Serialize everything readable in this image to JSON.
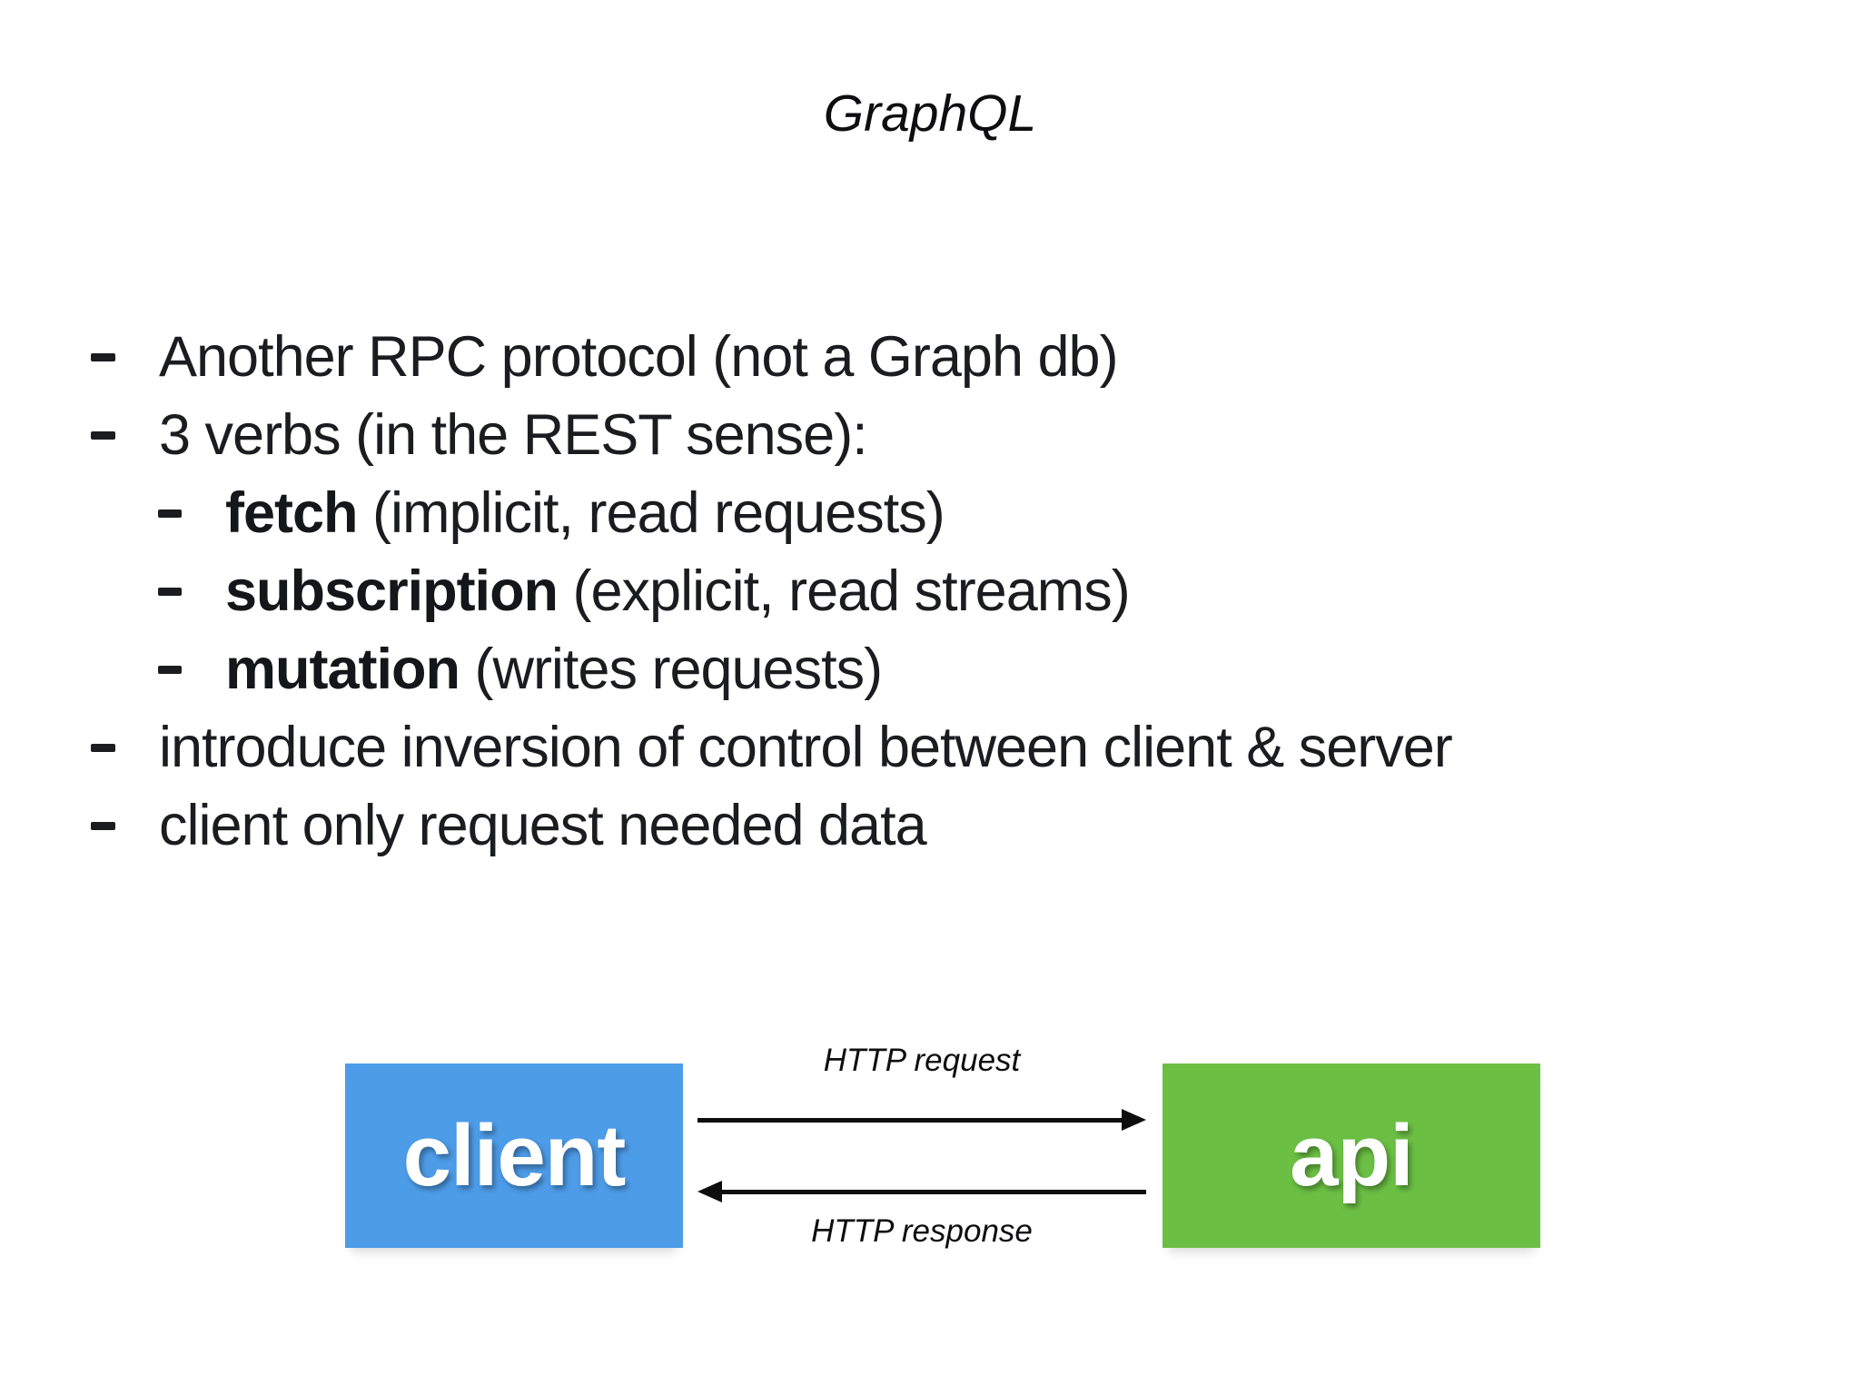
{
  "title": "GraphQL",
  "bullets": [
    {
      "level": 1,
      "bold": "",
      "text": "Another RPC protocol (not a Graph db)"
    },
    {
      "level": 1,
      "bold": "",
      "text": "3 verbs (in the REST sense):"
    },
    {
      "level": 2,
      "bold": "fetch",
      "text": " (implicit, read requests)"
    },
    {
      "level": 2,
      "bold": "subscription",
      "text": " (explicit, read streams)"
    },
    {
      "level": 2,
      "bold": "mutation",
      "text": " (writes requests)"
    },
    {
      "level": 1,
      "bold": "",
      "text": "introduce inversion of control between client & server"
    },
    {
      "level": 1,
      "bold": "",
      "text": "client only request needed data"
    }
  ],
  "diagram": {
    "client": {
      "label": "client",
      "color": "#4d9ce8"
    },
    "api": {
      "label": "api",
      "color": "#6bc044"
    },
    "request_label": "HTTP request",
    "response_label": "HTTP response",
    "arrow_color": "#0d0d0d"
  },
  "colors": {
    "background": "#ffffff",
    "text": "#1b1c20"
  }
}
